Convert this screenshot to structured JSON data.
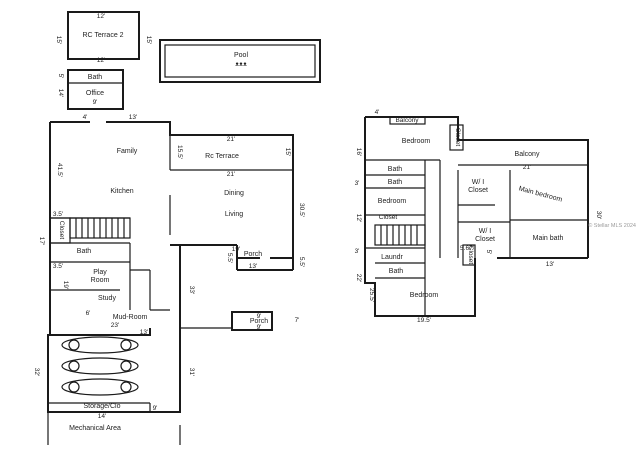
{
  "rooms": {
    "rc_terrace_2": "RC Terrace 2",
    "pool": "Pool",
    "pool_marks": "ᴥᴥᴥ",
    "bath_top": "Bath",
    "office": "Office",
    "family": "Family",
    "kitchen": "Kitchen",
    "rc_terrace": "Rc Terrace",
    "dining": "Dining",
    "living": "Living",
    "closet_left": "Closet",
    "bath_left": "Bath",
    "play_room_1": "Play",
    "play_room_2": "Room",
    "study": "Study",
    "mud_room": "Mud-Room",
    "porch_main": "Porch",
    "porch_small": "Porch",
    "storage": "Storage/Clo",
    "mechanical": "Mechanical Area",
    "balcony_top": "Balcony",
    "bedroom_top": "Bedroom",
    "closet_upper": "Closet",
    "bath_up_1": "Bath",
    "bath_up_2": "Bath",
    "balcony_right": "Balcony",
    "bedroom_mid": "Bedroom",
    "wi_closet_1a": "W/ I",
    "wi_closet_1b": "Closet",
    "main_bedroom": "Main bedroom",
    "closet_mid": "Closet",
    "wi_closet_2a": "W/ I",
    "wi_closet_2b": "Closet",
    "main_bath": "Main bath",
    "laundry": "Laundr",
    "closet_side": "Closet",
    "bath_low": "Bath",
    "bedroom_low": "Bedroom"
  },
  "dims": {
    "t2_top": "12'",
    "t2_bot": "12'",
    "t2_left": "15'",
    "t2_right": "15'",
    "bath_left": "5'",
    "office_left": "14'",
    "office_bot": "9'",
    "main_4": "4'",
    "main_13": "13'",
    "main_21": "21'",
    "rc_left": "15.5'",
    "rc_right": "15'",
    "rc_bot": "21'",
    "fam_left": "41.5'",
    "right_305": "30.5'",
    "dim_35a": "3.5'",
    "dim_17": "17'",
    "dim_35b": "3.5'",
    "dim_19": "19'",
    "dim_55": "5.5'",
    "porch_13": "13'",
    "porch_right": "5.5'",
    "play_19": "19'",
    "dim_6": "6'",
    "dim_23": "23'",
    "dim_13": "13'",
    "dim_33": "33'",
    "dim_31": "31'",
    "porch_s_top": "9'",
    "porch_s_bot": "9'",
    "porch_s_7": "7'",
    "garage_32": "32'",
    "dim_14": "14'",
    "dim_9": "9'",
    "up_4": "4'",
    "up_16": "16'",
    "up_3a": "3'",
    "up_21": "21'",
    "up_12": "12'",
    "up_3b": "3'",
    "up_567": "5.67'",
    "up_5": "5'",
    "up_13": "13'",
    "up_255": "25.5'",
    "up_22": "22'",
    "up_195": "19.5'",
    "up_right": "30'"
  },
  "watermark": "© Stellar MLS 2024"
}
